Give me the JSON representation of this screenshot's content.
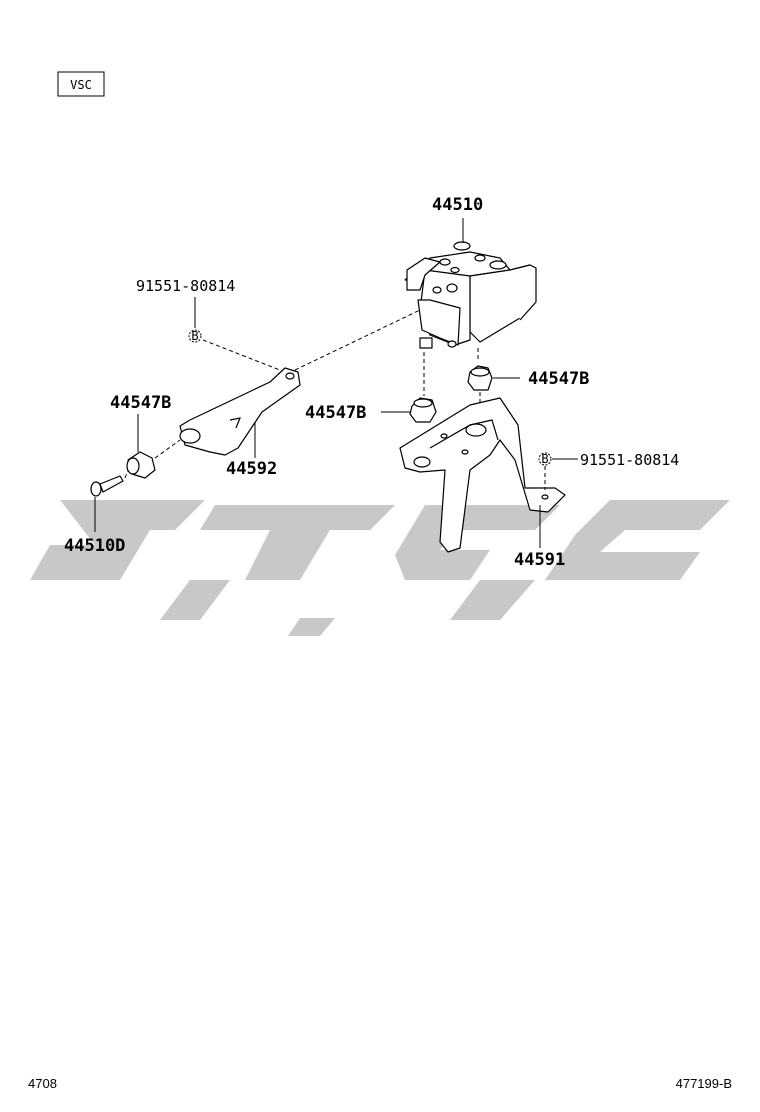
{
  "section_tag": "VSC",
  "parts": {
    "actuator": "44510",
    "bolt_upper": "91551-80814",
    "cushion_left": "44547B",
    "bracket_left": "44592",
    "bolt_left": "44510D",
    "cushion_right": "44547B",
    "cushion_center": "44547B",
    "bolt_right": "91551-80814",
    "bracket_right": "44591"
  },
  "bolt_marker": "B",
  "footer": {
    "left": "4708",
    "right": "477199-B"
  }
}
